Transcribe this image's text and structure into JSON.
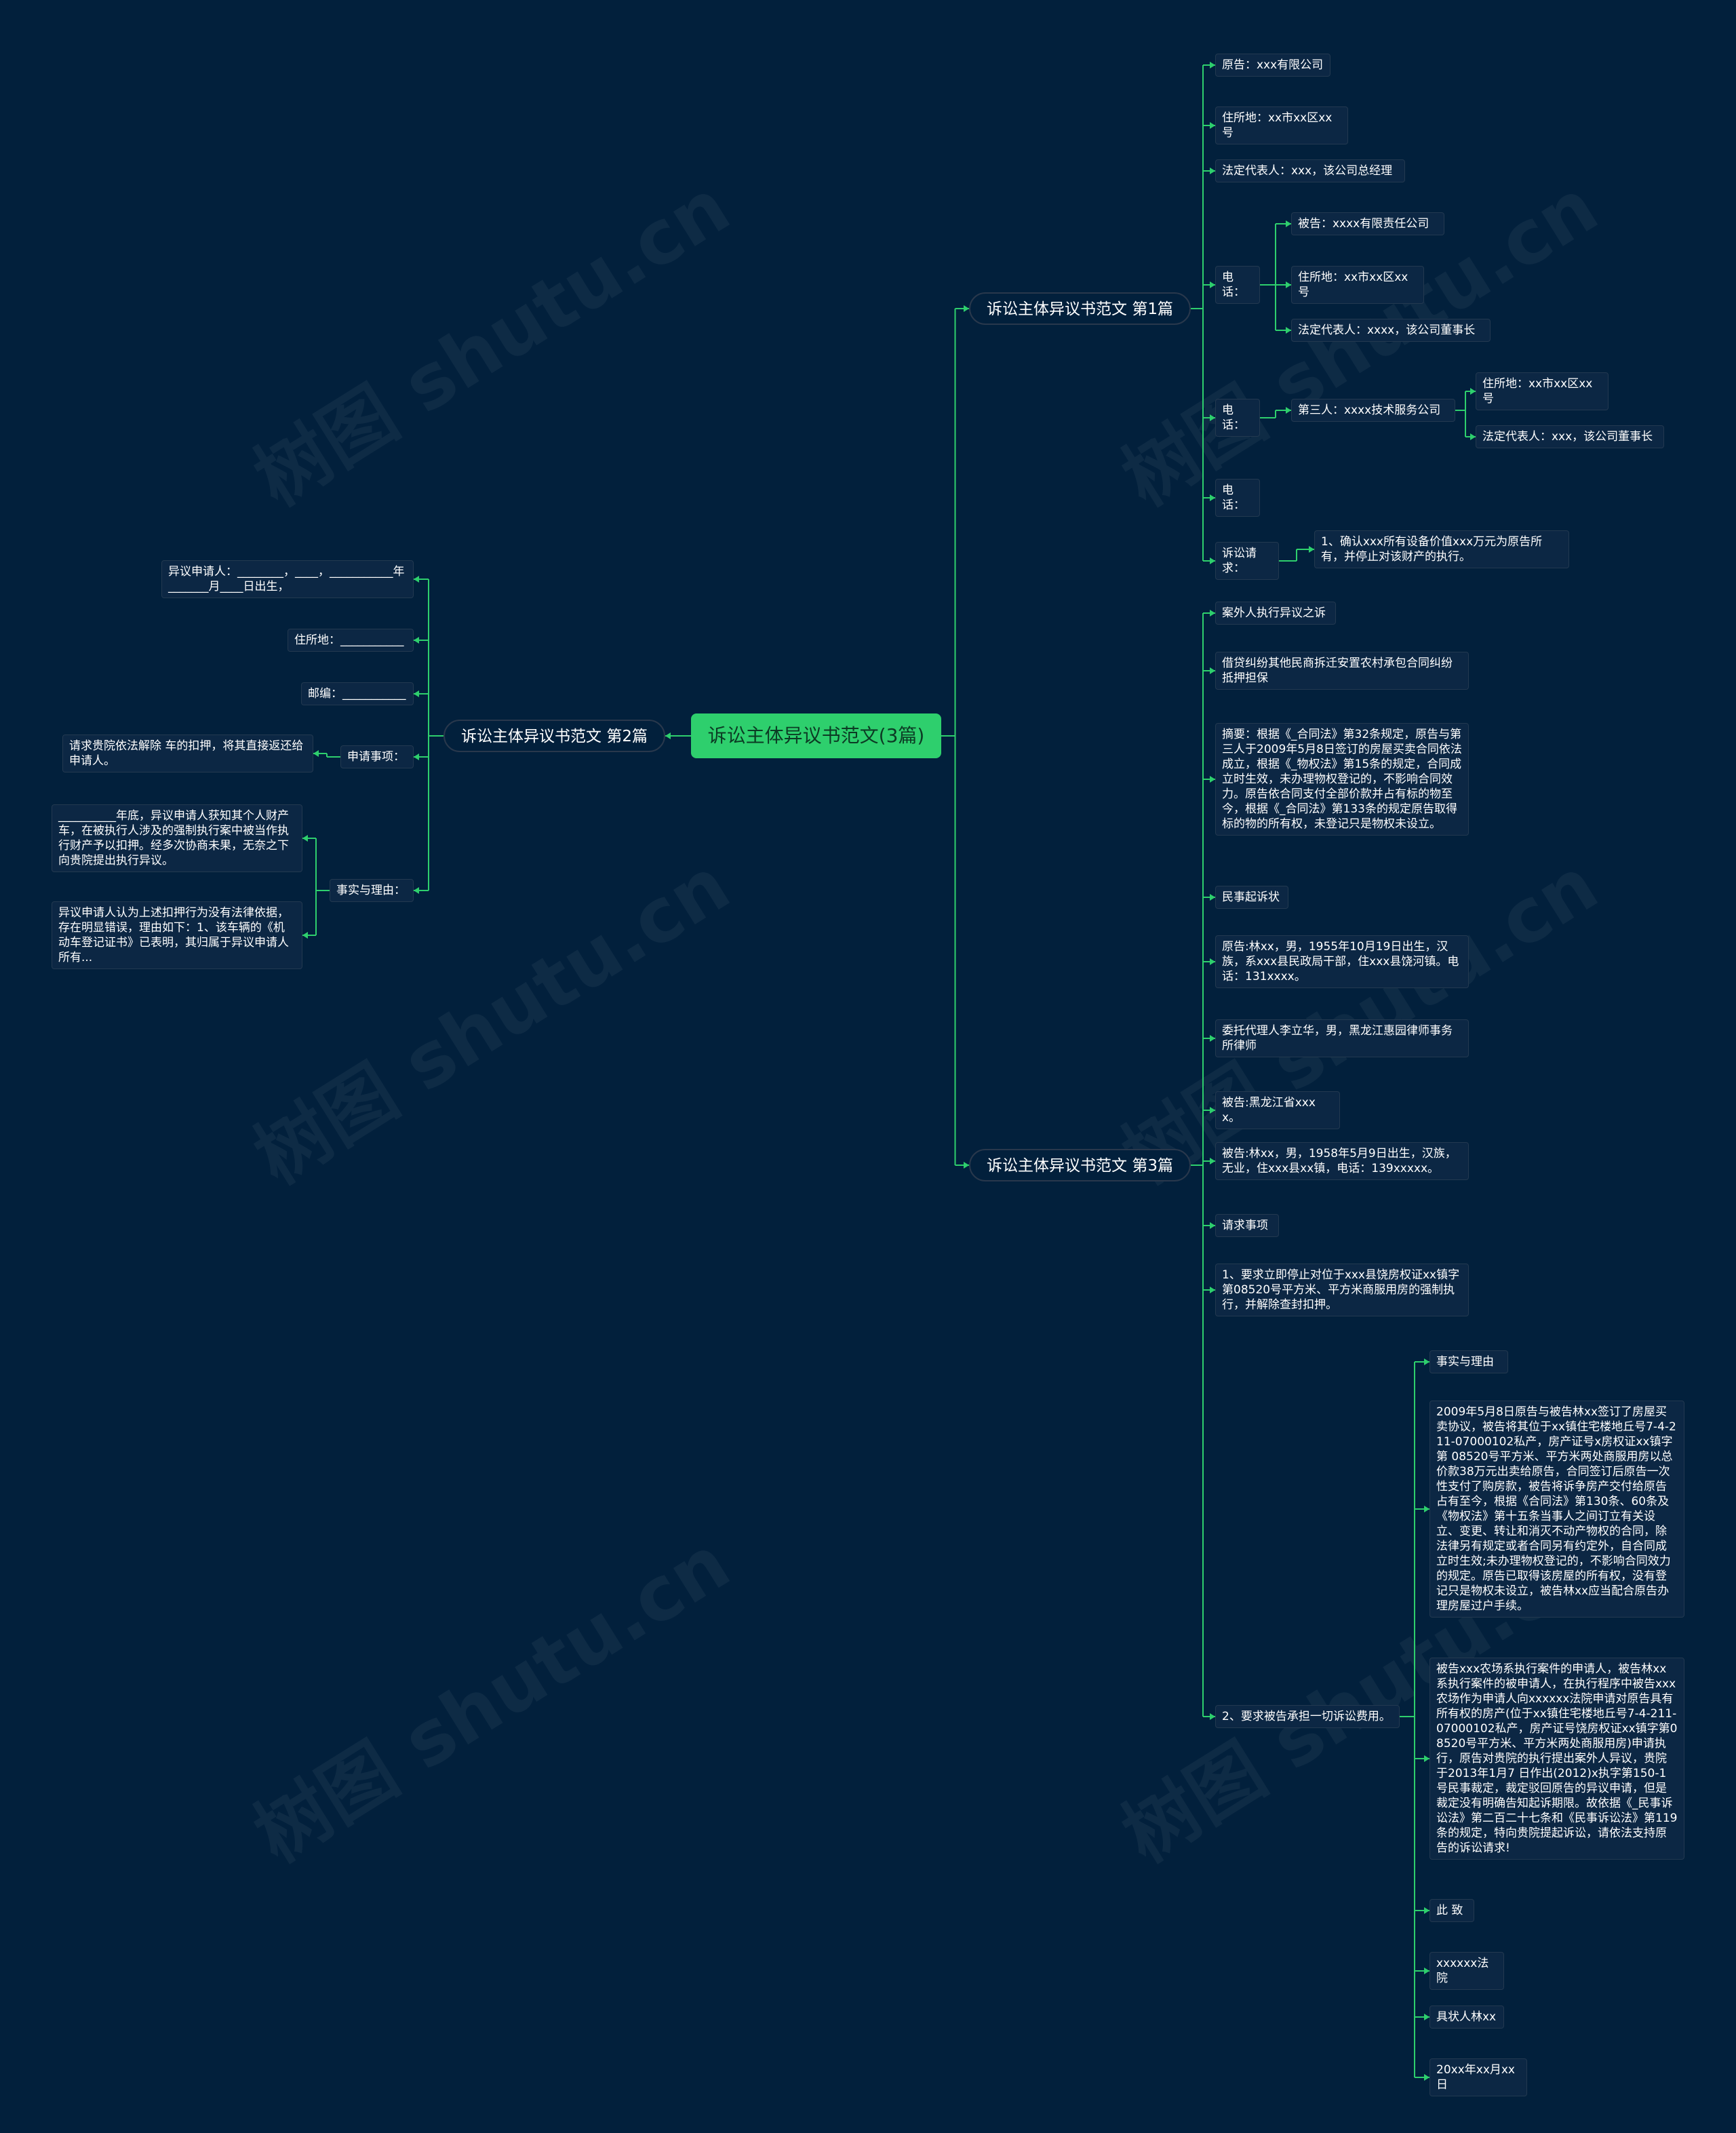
{
  "watermark": "树图 shutu.cn",
  "colors": {
    "background": "#02203c",
    "root": "#2ecf6d",
    "connector": "#2ecf6d",
    "node": "#0c2744"
  },
  "root": {
    "label": "诉讼主体异议书范文(3篇)"
  },
  "branches": {
    "b1": {
      "label": "诉讼主体异议书范文 第1篇",
      "plaintiff": "原告：xxx有限公司",
      "address": "住所地：xx市xx区xx号",
      "legal_rep": "法定代表人：xxx，该公司总经理",
      "phone1": "电话：",
      "phone1_children": [
        "被告：xxxx有限责任公司",
        "住所地：xx市xx区xx号",
        "法定代表人：xxxx，该公司董事长"
      ],
      "phone2": "电话：",
      "third_party": "第三人：xxxx技术服务公司",
      "third_party_children": [
        "住所地：xx市xx区xx号",
        "法定代表人：xxx，该公司董事长"
      ],
      "phone3": "电话：",
      "claim": "诉讼请求：",
      "claim_detail": "1、确认xxx所有设备价值xxx万元为原告所有，并停止对该财产的执行。"
    },
    "b2": {
      "label": "诉讼主体异议书范文 第2篇",
      "applicant": "异议申请人：________，____，___________年_______月____日出生，",
      "address": "住所地：___________",
      "postcode": "邮编：___________",
      "request": "申请事项：",
      "request_detail": "请求贵院依法解除 车的扣押，将其直接返还给申请人。",
      "facts": "事实与理由：",
      "facts_children": [
        "__________年底，异议申请人获知其个人财产车，在被执行人涉及的强制执行案中被当作执行财产予以扣押。经多次协商未果，无奈之下向贵院提出执行异议。",
        "异议申请人认为上述扣押行为没有法律依据，存在明显错误，理由如下：1、该车辆的《机动车登记证书》已表明，其归属于异议申请人所有..."
      ]
    },
    "b3": {
      "label": "诉讼主体异议书范文 第3篇",
      "items": [
        "案外人执行异议之诉",
        "借贷纠纷其他民商拆迁安置农村承包合同纠纷抵押担保",
        "摘要：根据《_合同法》第32条规定，原告与第三人于2009年5月8日签订的房屋买卖合同依法成立，根据《_物权法》第15条的规定，合同成立时生效，未办理物权登记的，不影响合同效力。原告依合同支付全部价款并占有标的物至今，根据《_合同法》第133条的规定原告取得标的物的所有权，未登记只是物权未设立。",
        "民事起诉状",
        "原告:林xx，男，1955年10月19日出生，汉族，系xxx县民政局干部，住xxx县饶河镇。电话：131xxxx。",
        "委托代理人李立华，男，黑龙江惠园律师事务所律师",
        "被告:黑龙江省xxxx。",
        "被告:林xx，男，1958年5月9日出生，汉族，无业，住xxx县xx镇，电话：139xxxxx。",
        "请求事项",
        "1、要求立即停止对位于xxx县饶房权证xx镇字第08520号平方米、平方米商服用房的强制执行，并解除查封扣押。",
        "2、要求被告承担一切诉讼费用。"
      ],
      "sub_items": [
        "事实与理由",
        "2009年5月8日原告与被告林xx签订了房屋买卖协议，被告将其位于xx镇住宅楼地丘号7-4-211-07000102私产，房产证号x房权证xx镇字第 08520号平方米、平方米两处商服用房以总价款38万元出卖给原告，合同签订后原告一次性支付了购房款，被告将诉争房产交付给原告占有至今，根据《合同法》第130条、60条及《物权法》第十五条当事人之间订立有关设立、变更、转让和消灭不动产物权的合同，除法律另有规定或者合同另有约定外，自合同成立时生效;未办理物权登记的，不影响合同效力的规定。原告已取得该房屋的所有权，没有登记只是物权未设立，被告林xx应当配合原告办理房屋过户手续。",
        "被告xxx农场系执行案件的申请人，被告林xx系执行案件的被申请人，在执行程序中被告xxx农场作为申请人向xxxxxx法院申请对原告具有所有权的房产(位于xx镇住宅楼地丘号7-4-211-07000102私产，房产证号饶房权证xx镇字第08520号平方米、平方米两处商服用房)申请执行，原告对贵院的执行提出案外人异议，贵院于2013年1月7 日作出(2012)x执字第150-1号民事裁定，裁定驳回原告的异议申请，但是裁定没有明确告知起诉期限。故依据《_民事诉讼法》第二百二十七条和《民事诉讼法》第119条的规定，特向贵院提起诉讼，请依法支持原告的诉讼请求!",
        "此 致",
        "xxxxxx法院",
        "具状人林xx",
        "20xx年xx月xx日"
      ]
    }
  }
}
